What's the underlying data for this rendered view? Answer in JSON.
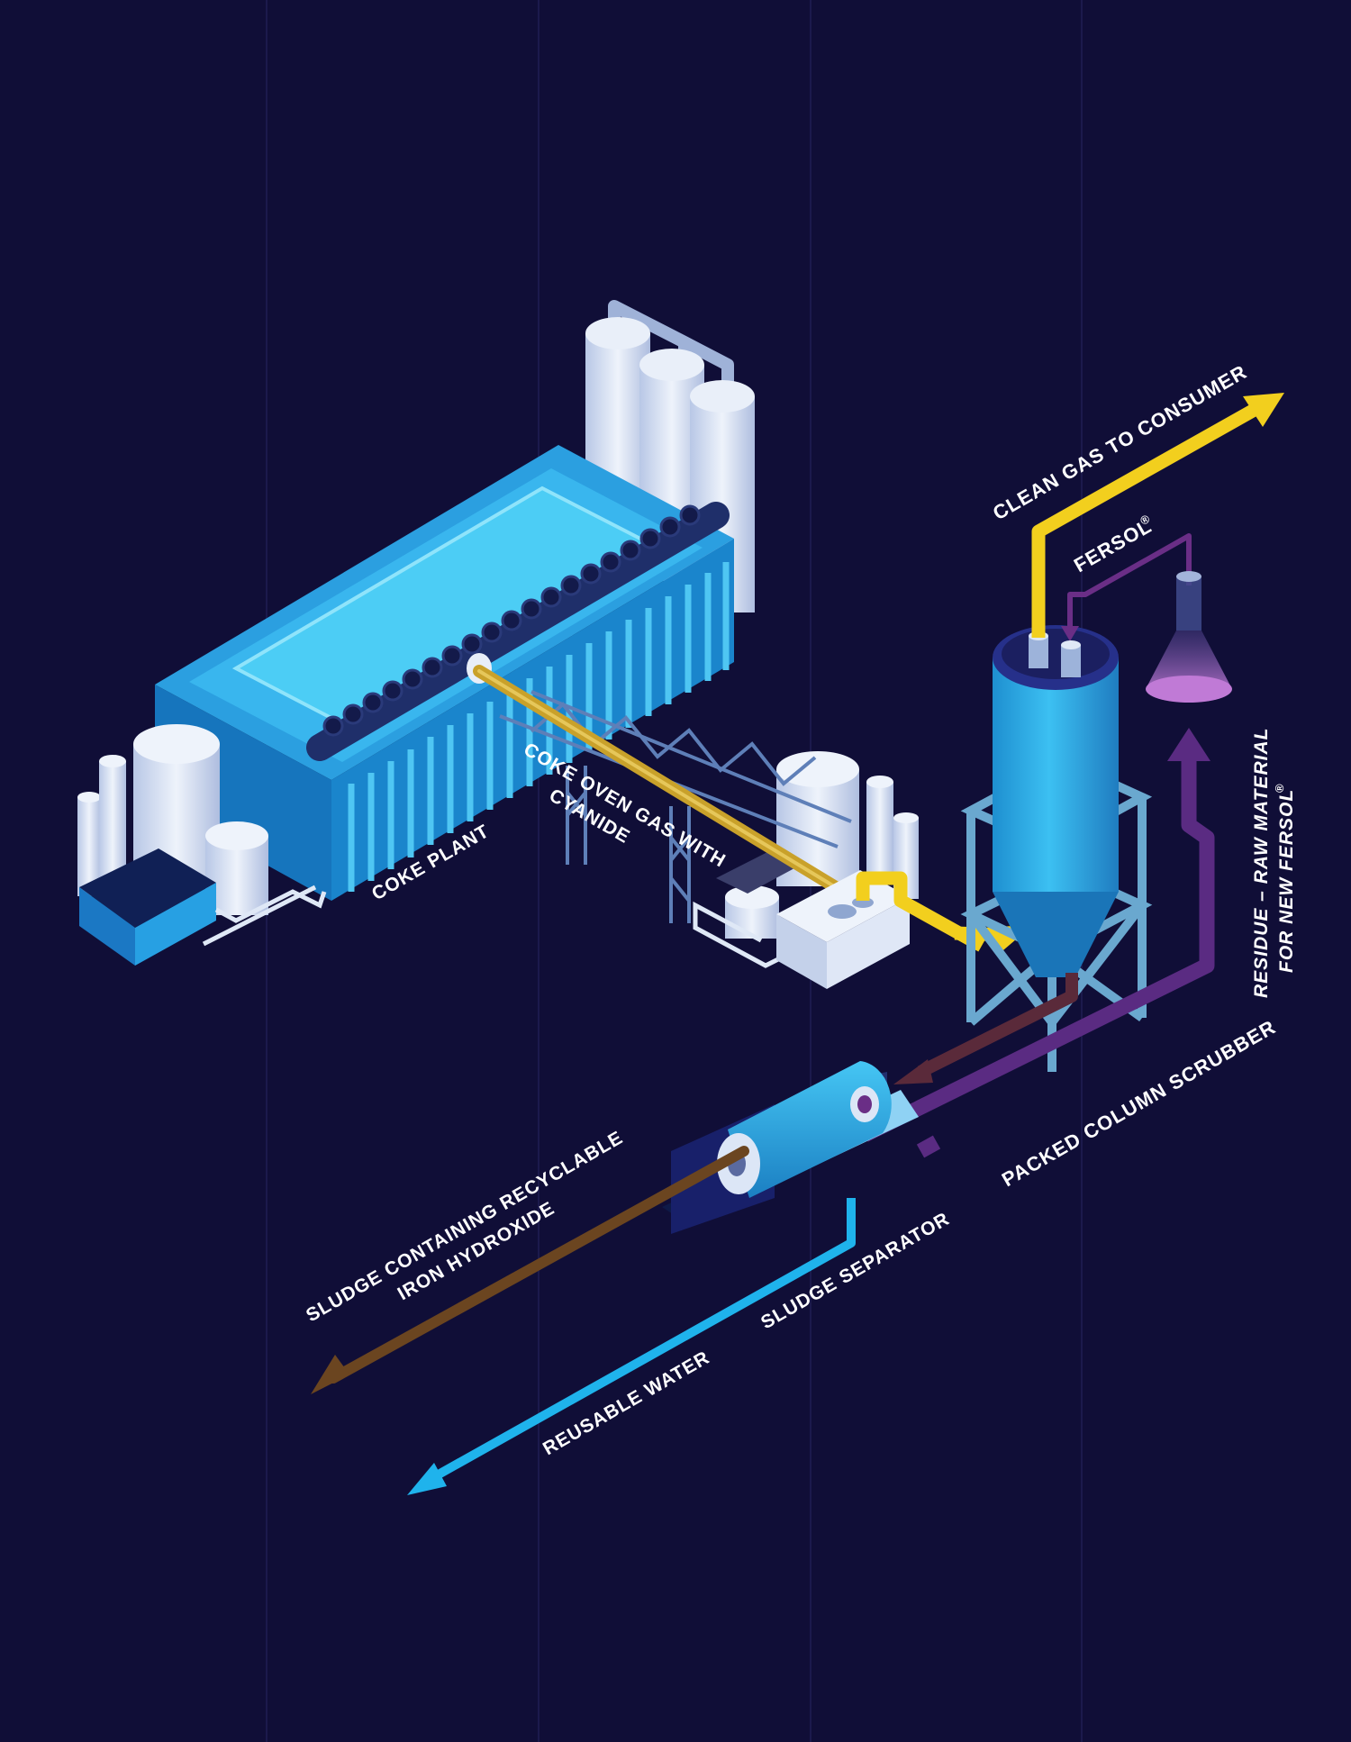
{
  "colors": {
    "background": "#100e37",
    "grid_line": "#2a2860",
    "gas_yellow": "#f2cf1e",
    "coke_gas": "#c9a12a",
    "fersol_purple": "#6a2e86",
    "residue_purple": "#5a2b82",
    "sludge_brown": "#6b4520",
    "sludge_red": "#5a2a3a",
    "water_blue": "#1fb3ec",
    "plant_blue": "#2aa7e0",
    "tank_white": "#d6e2f3",
    "scrubber_blue": "#23a9e6"
  },
  "labels": {
    "clean_gas": "CLEAN GAS TO CONSUMER",
    "fersol": "FERSOL",
    "fersol_mark": "®",
    "coke_gas_line1": "COKE OVEN GAS WITH",
    "coke_gas_line2": "CYANIDE",
    "coke_plant": "COKE PLANT",
    "residue_line1": "RESIDUE –   RAW MATERIAL",
    "residue_line2": "FOR NEW FERSOL",
    "residue_mark": "®",
    "scrubber": "PACKED COLUMN SCRUBBER",
    "sludge_line1": "SLUDGE CONTAINING RECYCLABLE",
    "sludge_line2": "IRON HYDROXIDE",
    "separator": "SLUDGE SEPARATOR",
    "water": "REUSABLE WATER"
  },
  "icons": {
    "coke_plant": "coke-plant-building-icon",
    "silos": "storage-silo-icon",
    "scrubber": "packed-column-scrubber-icon",
    "flask": "fersol-flask-icon",
    "separator": "sludge-separator-drum-icon"
  }
}
